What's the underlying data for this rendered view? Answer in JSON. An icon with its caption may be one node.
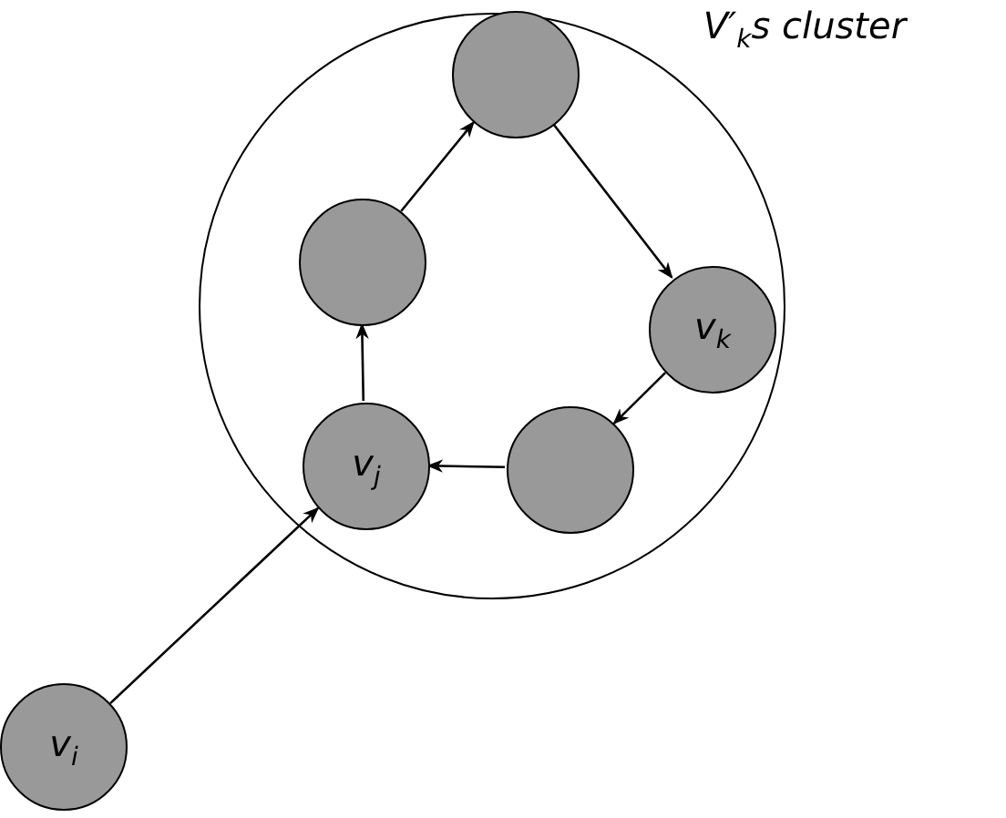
{
  "diagram": {
    "nodes": [
      {
        "text": [],
        "shape": "circle",
        "beside": [
          "V′$_{k}$s cluster"
        ]
      },
      {
        "text": [],
        "shape": "circle",
        "in": 0
      },
      {
        "text": [],
        "shape": "circle",
        "in": 0
      },
      {
        "text": [
          "v$_{k}$"
        ],
        "in": 0
      },
      {
        "text": [],
        "shape": "circle",
        "in": 0
      },
      {
        "text": [
          "v$_{j}$"
        ],
        "in": 0
      },
      {
        "text": [
          "v$_{i}$"
        ]
      }
    ],
    "edges": [
      {
        "from": 6,
        "to": 5,
        "arrow": "to"
      },
      {
        "from": 5,
        "to": 2,
        "arrow": "to"
      },
      {
        "from": 2,
        "to": 1,
        "arrow": "to"
      },
      {
        "from": 1,
        "to": 3,
        "arrow": "to"
      },
      {
        "from": 3,
        "to": 4,
        "arrow": "to"
      },
      {
        "from": 4,
        "to": 5,
        "arrow": "to"
      }
    ]
  }
}
